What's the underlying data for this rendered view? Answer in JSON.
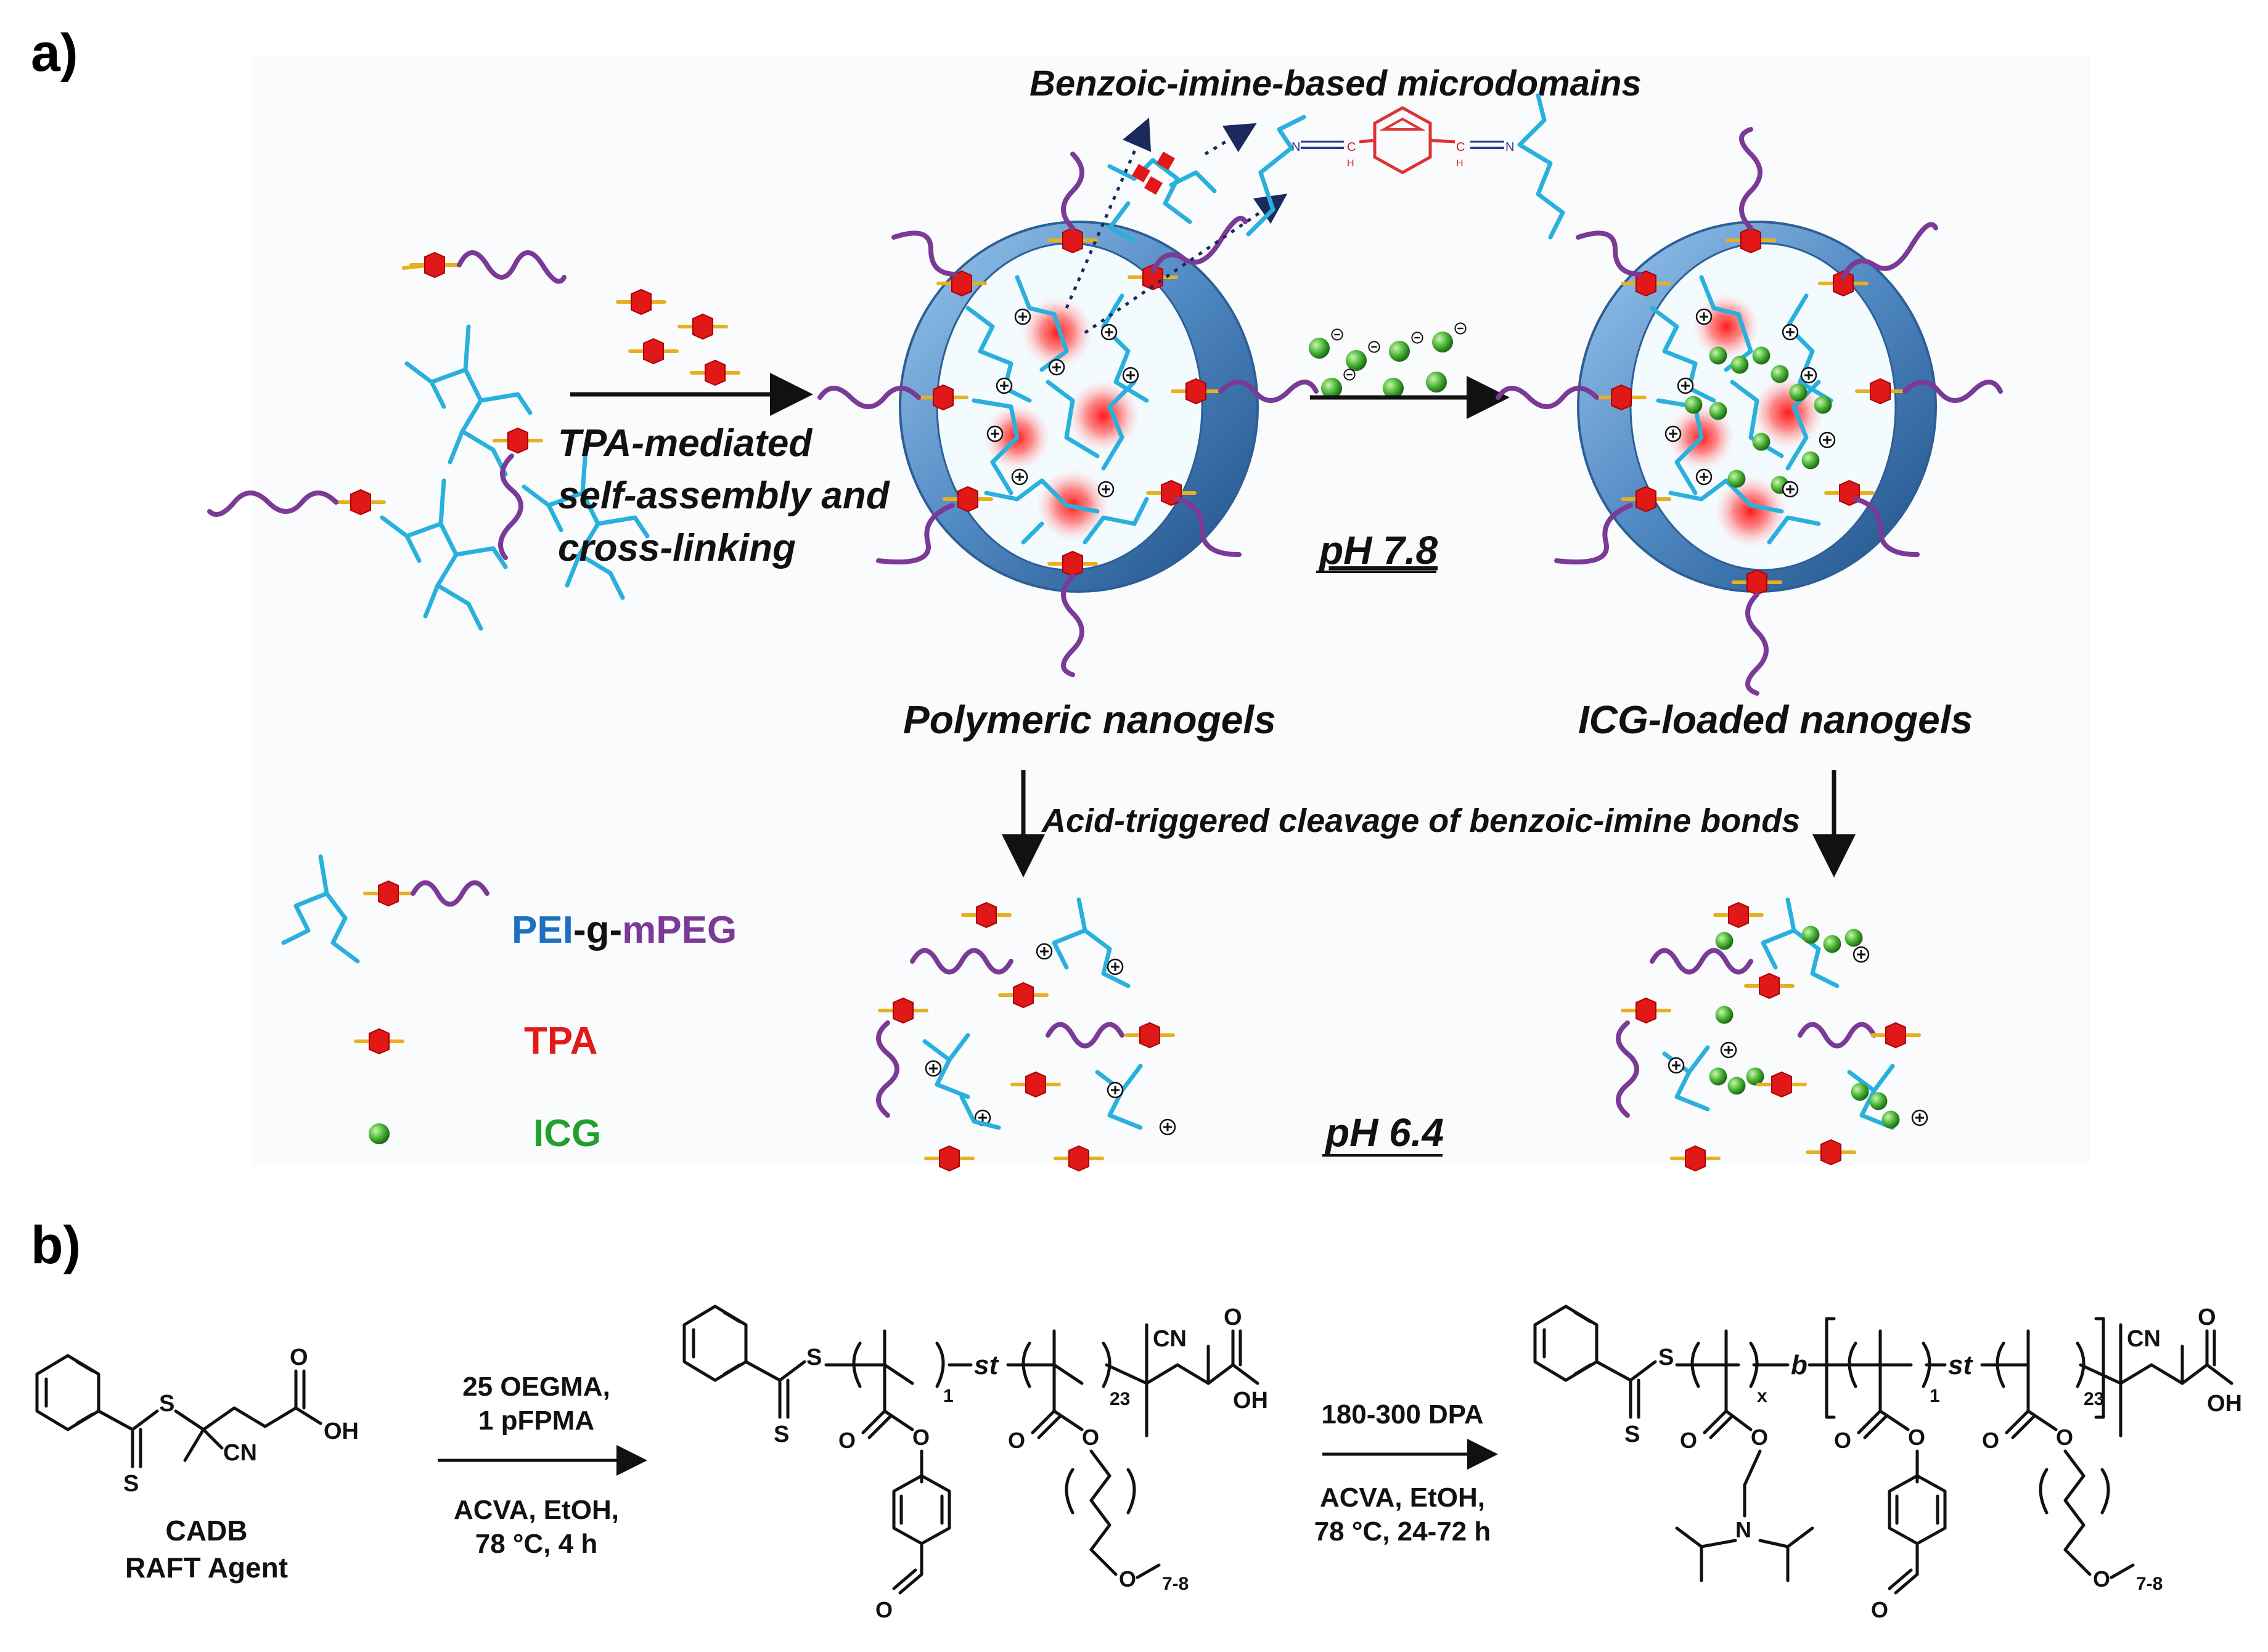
{
  "panels": {
    "a": "a)",
    "b": "b)"
  },
  "panel_a": {
    "top_label": "Benzoic-imine-based microdomains",
    "step1_lines": [
      "TPA-mediated",
      "self-assembly and",
      "cross-linking"
    ],
    "ph_high": "pH 7.8",
    "ph_low": "pH 6.4",
    "nanogel_label": "Polymeric  nanogels",
    "loaded_label": "ICG-loaded nanogels",
    "cleavage_label": "Acid-triggered  cleavage  of benzoic-imine  bonds",
    "imine_labels": {
      "n": "N",
      "c": "C",
      "h": "H"
    },
    "plus_sign": "⊕",
    "minus_sign": "⊖",
    "legend": {
      "pei": "PEI",
      "dash_g": "-g-",
      "mpeg": "mPEG",
      "tpa": "TPA",
      "icg": "ICG"
    },
    "colors": {
      "pei": "#1f6fbf",
      "mpeg": "#7a3a96",
      "tpa": "#e21a1a",
      "icg": "#22a02e",
      "chain_blue": "#2ab0dc",
      "chain_purple": "#7a3a96",
      "shell": "#5b95c9"
    }
  },
  "panel_b": {
    "cadb_name": "CADB",
    "cadb_sub": "RAFT Agent",
    "step1_reagents": [
      "25 OEGMA,",
      "1 pFPMA"
    ],
    "step1_conditions": [
      "ACVA, EtOH,",
      "78 °C, 4 h"
    ],
    "step2_reagents": [
      "180-300 DPA"
    ],
    "step2_conditions": [
      "ACVA, EtOH,",
      "78 °C, 24-72 h"
    ],
    "atoms": {
      "S": "S",
      "O": "O",
      "CN": "CN",
      "OH": "OH",
      "N": "N"
    },
    "subscripts": {
      "one": "1",
      "twentythree": "23",
      "x": "x",
      "peg": "7-8"
    },
    "linkers": {
      "st": "st",
      "b": "b"
    }
  }
}
